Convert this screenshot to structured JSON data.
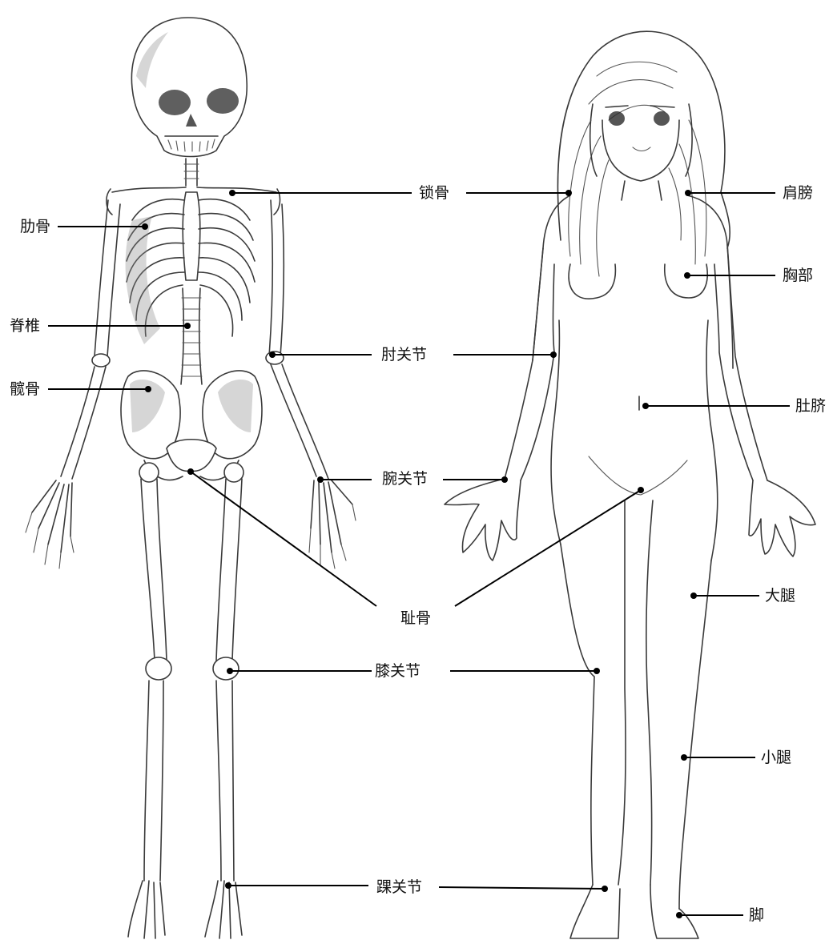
{
  "labels": {
    "ribs": "肋骨",
    "spine": "脊椎",
    "hip_bone": "髋骨",
    "clavicle": "锁骨",
    "elbow_joint": "肘关节",
    "wrist_joint": "腕关节",
    "pubic_bone": "耻骨",
    "knee_joint": "膝关节",
    "ankle_joint": "踝关节",
    "shoulder": "肩膀",
    "chest": "胸部",
    "navel": "肚脐",
    "thigh": "大腿",
    "calf": "小腿",
    "foot": "脚"
  },
  "colors": {
    "line": "#000000",
    "sketch": "#3a3a3a",
    "background": "#ffffff"
  }
}
